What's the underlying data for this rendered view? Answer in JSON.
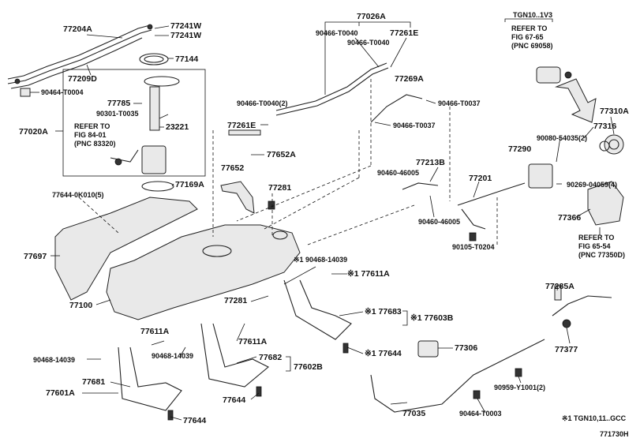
{
  "header": {
    "variant": "TGN10..1V3"
  },
  "callouts": {
    "p77204A": "77204A",
    "p77241W_1": "77241W",
    "p77241W_2": "77241W",
    "p77144": "77144",
    "p77209D": "77209D",
    "p90464_T0004": "90464-T0004",
    "p77785": "77785",
    "p90301_T0035": "90301-T0035",
    "p23221": "23221",
    "p77020A": "77020A",
    "p77169A": "77169A",
    "p77644_0K010": "77644-0K010(5)",
    "p77697": "77697",
    "p77100": "77100",
    "p77026A": "77026A",
    "p90466_T0040_a": "90466-T0040",
    "p90466_T0040_b": "90466-T0040",
    "p77261E_a": "77261E",
    "p77269A": "77269A",
    "p90466_T0037_a": "90466-T0037",
    "p90466_T0040_2": "90466-T0040(2)",
    "p77261E_b": "77261E",
    "p90466_T0037_b": "90466-T0037",
    "p77652A": "77652A",
    "p77652": "77652",
    "p77281_a": "77281",
    "p77213B": "77213B",
    "p90460_46005_a": "90460-46005",
    "p90460_46005_b": "90460-46005",
    "p77201": "77201",
    "p90105_T0204": "90105-T0204",
    "p90468_14039_a": "※1 90468-14039",
    "p77611A_a": "※1 77611A",
    "p77281_b": "77281",
    "p77683": "※1 77683",
    "p77603B": "※1 77603B",
    "p77644_a": "※1 77644",
    "p77306": "77306",
    "p77611A_b": "77611A",
    "p77611A_c": "77611A",
    "p90468_14039_b": "90468-14039",
    "p90468_14039_c": "90468-14039",
    "p77682": "77682",
    "p77602B": "77602B",
    "p77601A": "77601A",
    "p77681": "77681",
    "p77644_b": "77644",
    "p77644_c": "77644",
    "p77035": "77035",
    "p90464_T0003": "90464-T0003",
    "p90959_Y1001": "90959-Y1001(2)",
    "p77377": "77377",
    "p77285A": "77285A",
    "p77310A": "77310A",
    "p77316": "77316",
    "p90080_54035": "90080-54035(2)",
    "p77290": "77290",
    "p90269_04059": "90269-04059(4)",
    "p77366": "77366"
  },
  "references": {
    "ref1": [
      "REFER TO",
      "FIG 84-01",
      "(PNC 83320)"
    ],
    "ref2": [
      "REFER TO",
      "FIG 67-65",
      "(PNC 69058)"
    ],
    "ref3": [
      "REFER TO",
      "FIG 65-54",
      "(PNC 77350D)"
    ]
  },
  "footer": {
    "note": "※1 TGN10,11..GCC",
    "diagram_id": "771730H"
  }
}
